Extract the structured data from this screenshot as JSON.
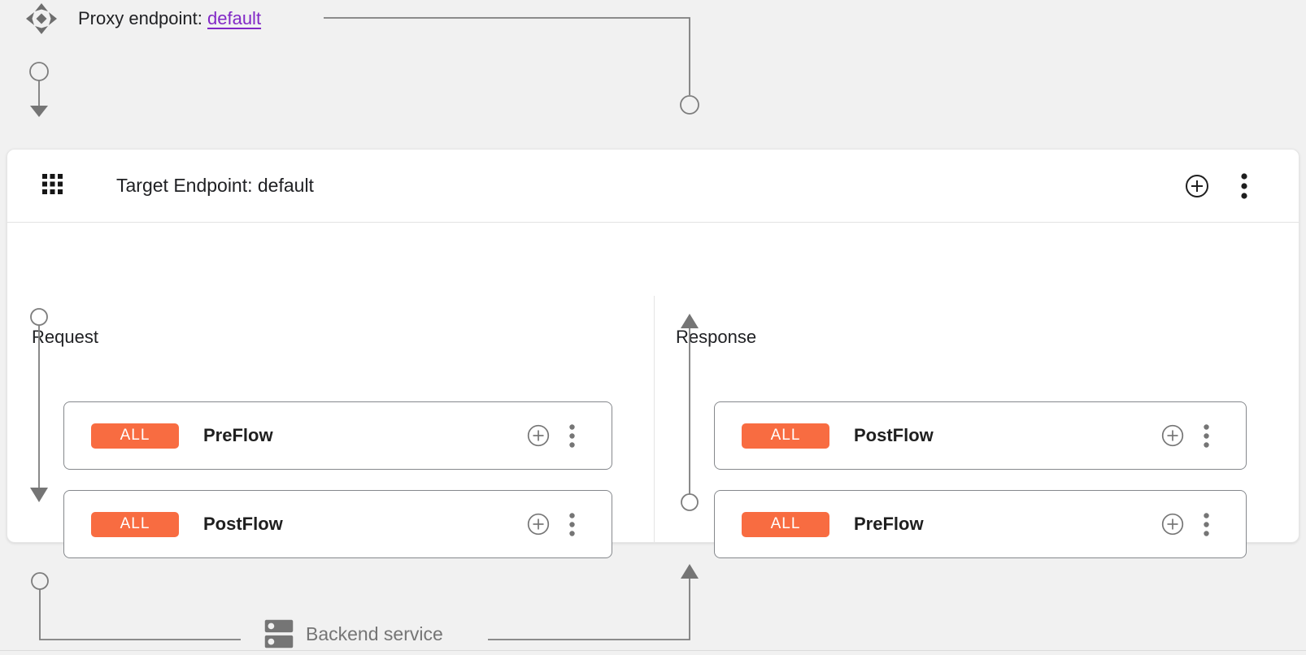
{
  "proxy_endpoint": {
    "label": "Proxy endpoint:",
    "link_text": "default"
  },
  "target_endpoint": {
    "title": "Target Endpoint: default",
    "icons": [
      "grid-icon",
      "add-circle-icon",
      "kebab-menu-icon"
    ]
  },
  "request_panel": {
    "title": "Request",
    "flows": [
      {
        "condition": "ALL",
        "name": "PreFlow"
      },
      {
        "condition": "ALL",
        "name": "PostFlow"
      }
    ]
  },
  "response_panel": {
    "title": "Response",
    "flows": [
      {
        "condition": "ALL",
        "name": "PostFlow"
      },
      {
        "condition": "ALL",
        "name": "PreFlow"
      }
    ]
  },
  "backend": {
    "label": "Backend service"
  },
  "colors": {
    "badge_orange": "#f86c41",
    "link_purple": "#8128c6",
    "connector_gray": "#7d7d7d",
    "text_dark": "#202124",
    "text_gray": "#757575",
    "page_background": "#f1f1f1"
  }
}
